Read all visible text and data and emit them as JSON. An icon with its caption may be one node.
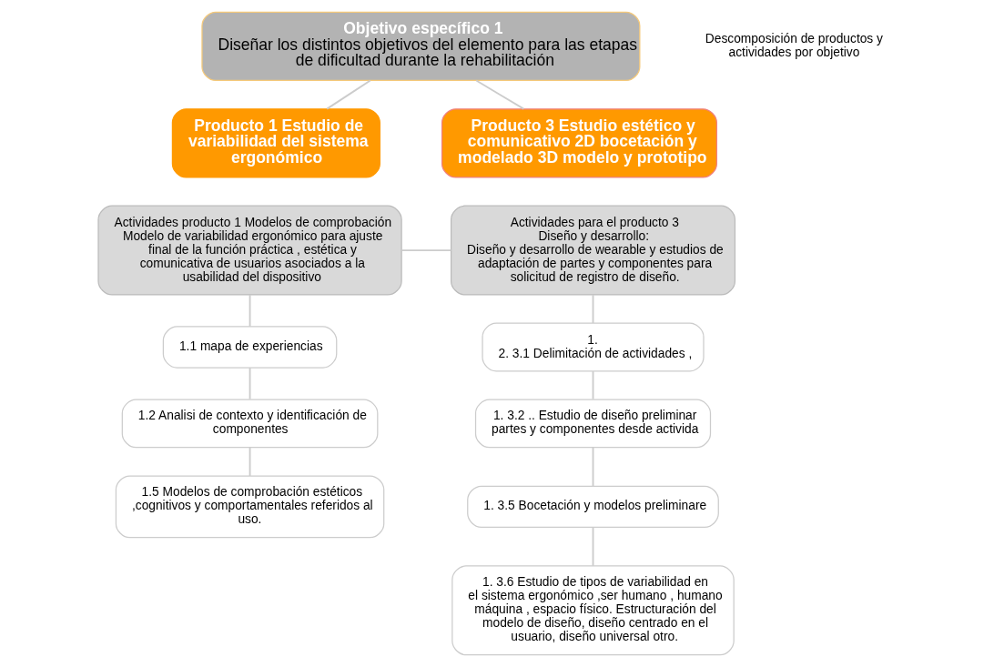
{
  "diagram": {
    "nodes": [
      {
        "text": [
          "Objetivo específico 1",
          "Diseñar los distintos objetivos del elemento para las etapas de dificultad durante la rehabilitación"
        ]
      },
      {
        "text": [
          "Producto 1 Estudio de variabilidad del sistema ergonómico"
        ]
      },
      {
        "text": [
          "Producto 3 Estudio estético y comunicativo 2D bocetación y modelado 3D modelo y prototipo"
        ]
      },
      {
        "text": [
          "Actividades producto 1 Modelos de comprobación",
          "Modelo de variabilidad ergonómico para ajuste final de la función práctica , estética y comunicativa de usuarios asociados a la usabilidad del dispositivo"
        ]
      },
      {
        "text": [
          "1.1 mapa de experiencias"
        ]
      },
      {
        "text": [
          "1.2 Analisi de contexto y identificación de componentes"
        ]
      },
      {
        "text": [
          "1.5 Modelos de comprobación estéticos ,cognitivos y comportamentales referidos al uso."
        ]
      },
      {
        "text": [
          "Actividades para el producto 3",
          "Diseño y desarrollo:",
          "Diseño y desarrollo de wearable y estudios de adaptación de partes y componentes para solicitud de registro de diseño."
        ]
      },
      {
        "text": [
          "1.",
          "2. 3.1 Delimitación de actividades ,"
        ]
      },
      {
        "text": [
          "1. 3.2 .. Estudio de diseño preliminar partes y componentes desde activida"
        ]
      },
      {
        "text": [
          "1. 3.5 Bocetación y modelos preliminare"
        ]
      },
      {
        "text": [
          "1. 3.6 Estudio de tipos de variabilidad en el sistema ergonómico ,ser humano , humano máquina , espacio físico. Estructuración del modelo de diseño, diseño centrado en el usuario, diseño universal otro."
        ]
      }
    ],
    "edges": [
      {
        "from": 0,
        "to": 1,
        "arrow": "none"
      },
      {
        "from": 0,
        "to": 2,
        "arrow": "none"
      },
      {
        "from": 3,
        "to": 7,
        "arrow": "none"
      },
      {
        "from": 3,
        "to": 4,
        "arrow": "none"
      },
      {
        "from": 4,
        "to": 5,
        "arrow": "none"
      },
      {
        "from": 5,
        "to": 6,
        "arrow": "none"
      },
      {
        "from": 7,
        "to": 8,
        "arrow": "none"
      },
      {
        "from": 8,
        "to": 9,
        "arrow": "none"
      },
      {
        "from": 9,
        "to": 10,
        "arrow": "none"
      },
      {
        "from": 10,
        "to": 11,
        "arrow": "none"
      }
    ],
    "labels": [
      "Descomposición de productos y actividades por objetivo"
    ]
  }
}
